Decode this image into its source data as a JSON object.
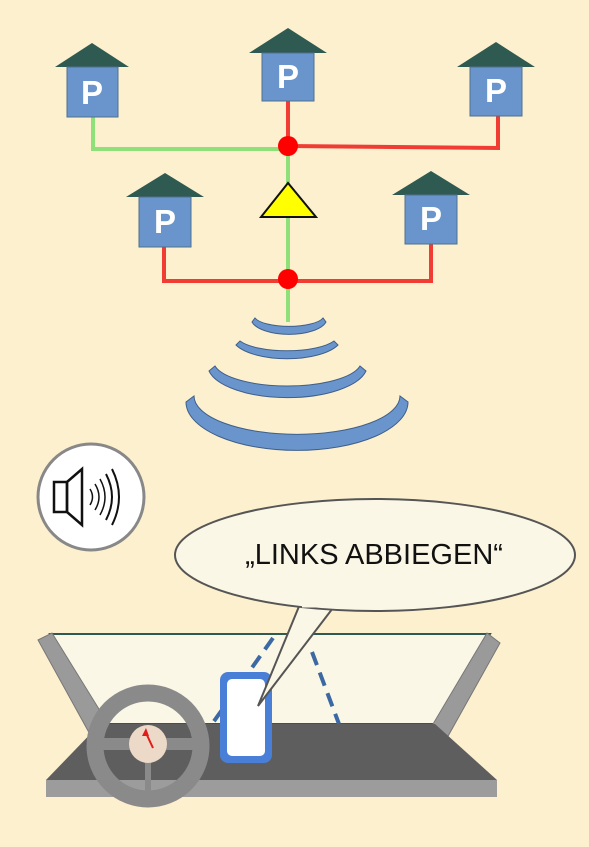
{
  "parking_houses": [
    {
      "label": "P",
      "route": "free"
    },
    {
      "label": "P",
      "route": "occupied"
    },
    {
      "label": "P",
      "route": "occupied"
    },
    {
      "label": "P",
      "route": "occupied"
    },
    {
      "label": "P",
      "route": "occupied"
    }
  ],
  "speech_bubble": {
    "text": "„LINKS ABBIEGEN“"
  },
  "icons": {
    "speaker": "speaker-icon",
    "signal": "wireless-signal-icon",
    "vehicle": "navigation-arrow-icon"
  },
  "colors": {
    "background": "#fcf0cf",
    "free_route": "#90e07a",
    "occupied_route": "#f03c32",
    "junction": "#ff0000",
    "house_body": "#6a95cc",
    "house_roof": "#2f5a52",
    "triangle": "#ffff00",
    "signal_wave": "#6a95cc",
    "dashboard": "#5e5e5e",
    "phone_frame": "#4a7fd8"
  }
}
